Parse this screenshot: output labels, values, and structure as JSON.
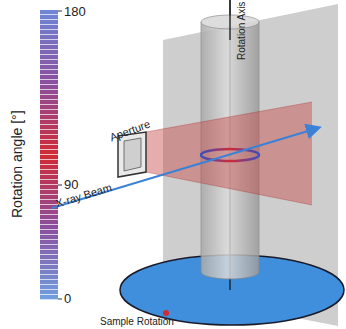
{
  "diagram": {
    "labels": [
      "180",
      "90",
      "0",
      "Rotation angle [°]",
      "Rotation Axis",
      "Aperture",
      "X-ray Beam",
      "Sample Rotation"
    ]
  }
}
